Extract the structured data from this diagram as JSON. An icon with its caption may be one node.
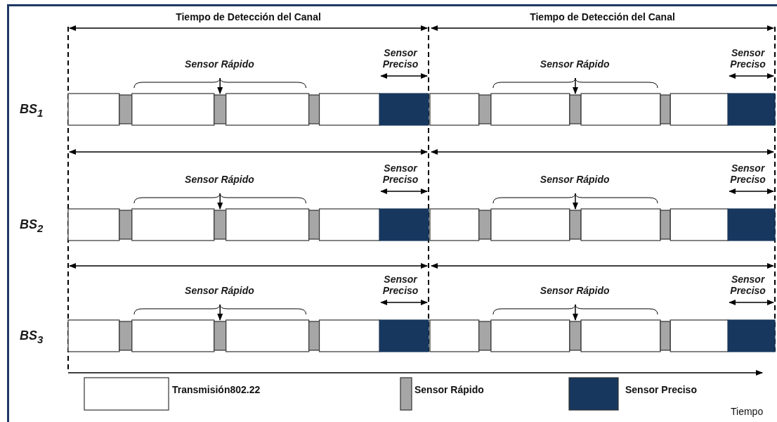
{
  "diagram": {
    "labels": [
      "Tiempo de Detección del Canal",
      "Tiempo de Detección del Canal",
      "Sensor Rápido",
      "Sensor Preciso",
      "Sensor Rápido",
      "Sensor Preciso",
      "BS$_{1}$",
      "Sensor Rápido",
      "Sensor Preciso",
      "Sensor Rápido",
      "Sensor Preciso",
      "BS$_{2}$",
      "Sensor Rápido",
      "Sensor Preciso",
      "Sensor Rápido",
      "Sensor Preciso",
      "BS$_{3}$",
      "Tiempo"
    ],
    "legend": [
      {
        "text": "Transmisión802.22",
        "color": "#ffffff"
      },
      {
        "text": "Sensor Rápido",
        "color": "#a6a6a6"
      },
      {
        "text": "Sensor Preciso",
        "color": "#17375e"
      }
    ]
  }
}
